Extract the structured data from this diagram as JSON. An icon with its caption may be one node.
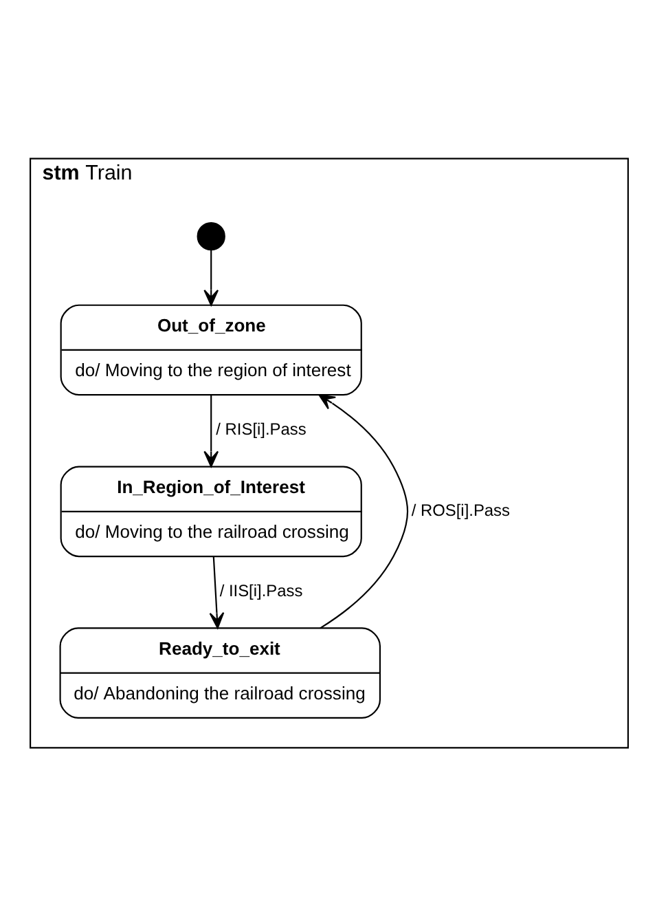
{
  "diagram": {
    "nodes": [
      {
        "text": [
          "**stm** Train"
        ]
      },
      {
        "text": [],
        "shape": "circle",
        "in": 0
      },
      {
        "text": [
          "Out_of_zone",
          "do/ Moving to the region of interest"
        ],
        "in": 0
      },
      {
        "text": [
          "In_Region_of_Interest",
          "do/ Moving to the railroad crossing"
        ],
        "in": 0
      },
      {
        "text": [
          "Ready_to_exit",
          "do/ Abandoning the railroad crossing"
        ],
        "in": 0
      }
    ],
    "edges": [
      {
        "from": 1,
        "to": 2,
        "arrow": "to"
      },
      {
        "from": 2,
        "to": 3,
        "arrow": "to",
        "label": "/ RIS[i].Pass"
      },
      {
        "from": 3,
        "to": 4,
        "arrow": "to",
        "label": "/ IIS[i].Pass"
      },
      {
        "from": 4,
        "to": 2,
        "arrow": "to",
        "label": "/ ROS[i].Pass"
      }
    ]
  }
}
